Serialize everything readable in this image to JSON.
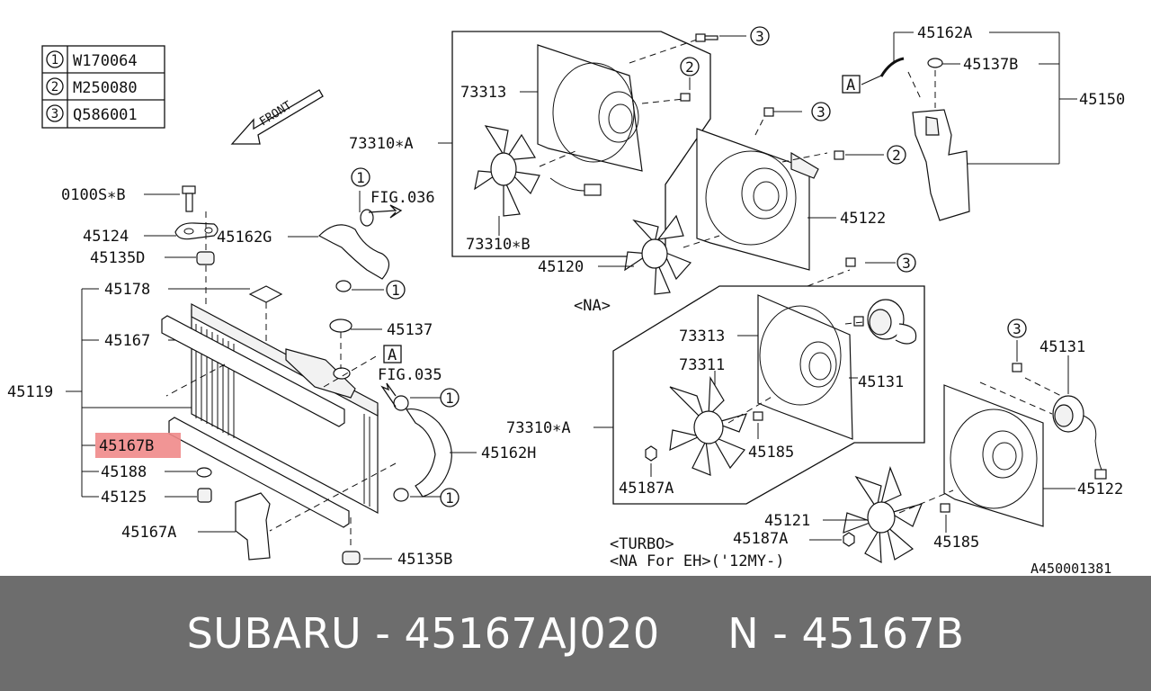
{
  "legend": [
    {
      "num": "1",
      "code": "W170064"
    },
    {
      "num": "2",
      "code": "M250080"
    },
    {
      "num": "3",
      "code": "Q586001"
    }
  ],
  "front_label": "FRONT",
  "labels": {
    "l0100S_B": "0100S∗B",
    "l45124": "45124",
    "l45135D": "45135D",
    "l45162G": "45162G",
    "lFIG036": "FIG.036",
    "l45178": "45178",
    "l45167": "45167",
    "l45119": "45119",
    "l45167B": "45167B",
    "l45188": "45188",
    "l45125": "45125",
    "l45167A": "45167A",
    "l45135B": "45135B",
    "l45137": "45137",
    "lA_left": "A",
    "lFIG035": "FIG.035",
    "l45162H": "45162H",
    "l73313_top": "73313",
    "l73310A_top": "73310∗A",
    "l73310B": "73310∗B",
    "l45120": "45120",
    "l45122_top": "45122",
    "lNA": "<NA>",
    "l45162A": "45162A",
    "l45137B": "45137B",
    "l45150": "45150",
    "lA_right": "A",
    "l73313_mid": "73313",
    "l73311": "73311",
    "l45131_mid": "45131",
    "l73310A_mid": "73310∗A",
    "l45185_mid": "45185",
    "l45187A_mid": "45187A",
    "l45131_right": "45131",
    "l45122_bottom": "45122",
    "l45121": "45121",
    "l45187A_bottom": "45187A",
    "l45185_bottom": "45185",
    "lTURBO": "<TURBO>",
    "lNAEH": "<NA For EH>('12MY-)",
    "lRef": "A450001381"
  },
  "callouts": {
    "c1a": "1",
    "c1b": "1",
    "c1c": "1",
    "c1d": "1",
    "c2a": "2",
    "c2b": "2",
    "c3a": "3",
    "c3b": "3",
    "c3c": "3",
    "c3d": "3"
  },
  "footer": {
    "text": "SUBARU - 45167AJ020     N - 45167B"
  },
  "highlight_color": "#f08a8a",
  "footer_color": "#6d6d6d"
}
